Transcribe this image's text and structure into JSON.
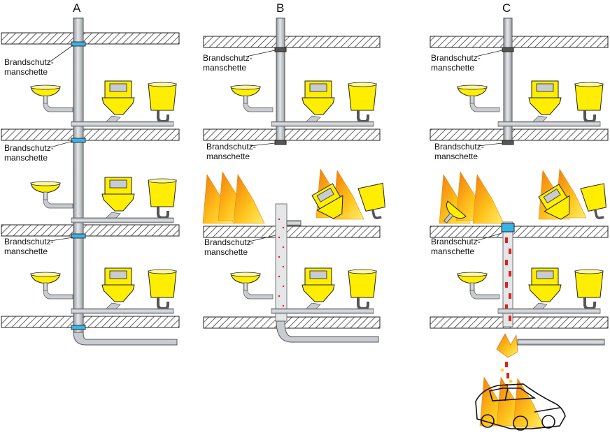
{
  "panels": [
    {
      "id": "A",
      "label": "A",
      "annotations": [
        {
          "text1": "Brandschutz-",
          "text2": "manschette"
        },
        {
          "text1": "Brandschutz-",
          "text2": "manschette"
        },
        {
          "text1": "Brandschutz-",
          "text2": "manschette"
        }
      ]
    },
    {
      "id": "B",
      "label": "B",
      "annotations": [
        {
          "text1": "Brandschutz-",
          "text2": "manschette"
        },
        {
          "text1": "Brandschutz-",
          "text2": "manschette"
        },
        {
          "text1": "Brandschutz-",
          "text2": "manschette"
        }
      ]
    },
    {
      "id": "C",
      "label": "C",
      "annotations": [
        {
          "text1": "Brandschutz-",
          "text2": "manschette"
        },
        {
          "text1": "Brandschutz-",
          "text2": "manschette"
        },
        {
          "text1": "Brandschutz-",
          "text2": "manschette"
        }
      ]
    }
  ],
  "colors": {
    "pipe": "#c8ccd0",
    "pipe_edge": "#555a60",
    "fixture": "#ffee00",
    "slab_hatch": "#222222",
    "collar": "#3ab3e6",
    "fire_outer": "#ffd23a",
    "fire_inner": "#f07a10",
    "sparks": "#d8231e"
  },
  "icons": [
    "washbasin-icon",
    "toilet-icon",
    "sink-icon",
    "flame-icon",
    "car-icon"
  ]
}
